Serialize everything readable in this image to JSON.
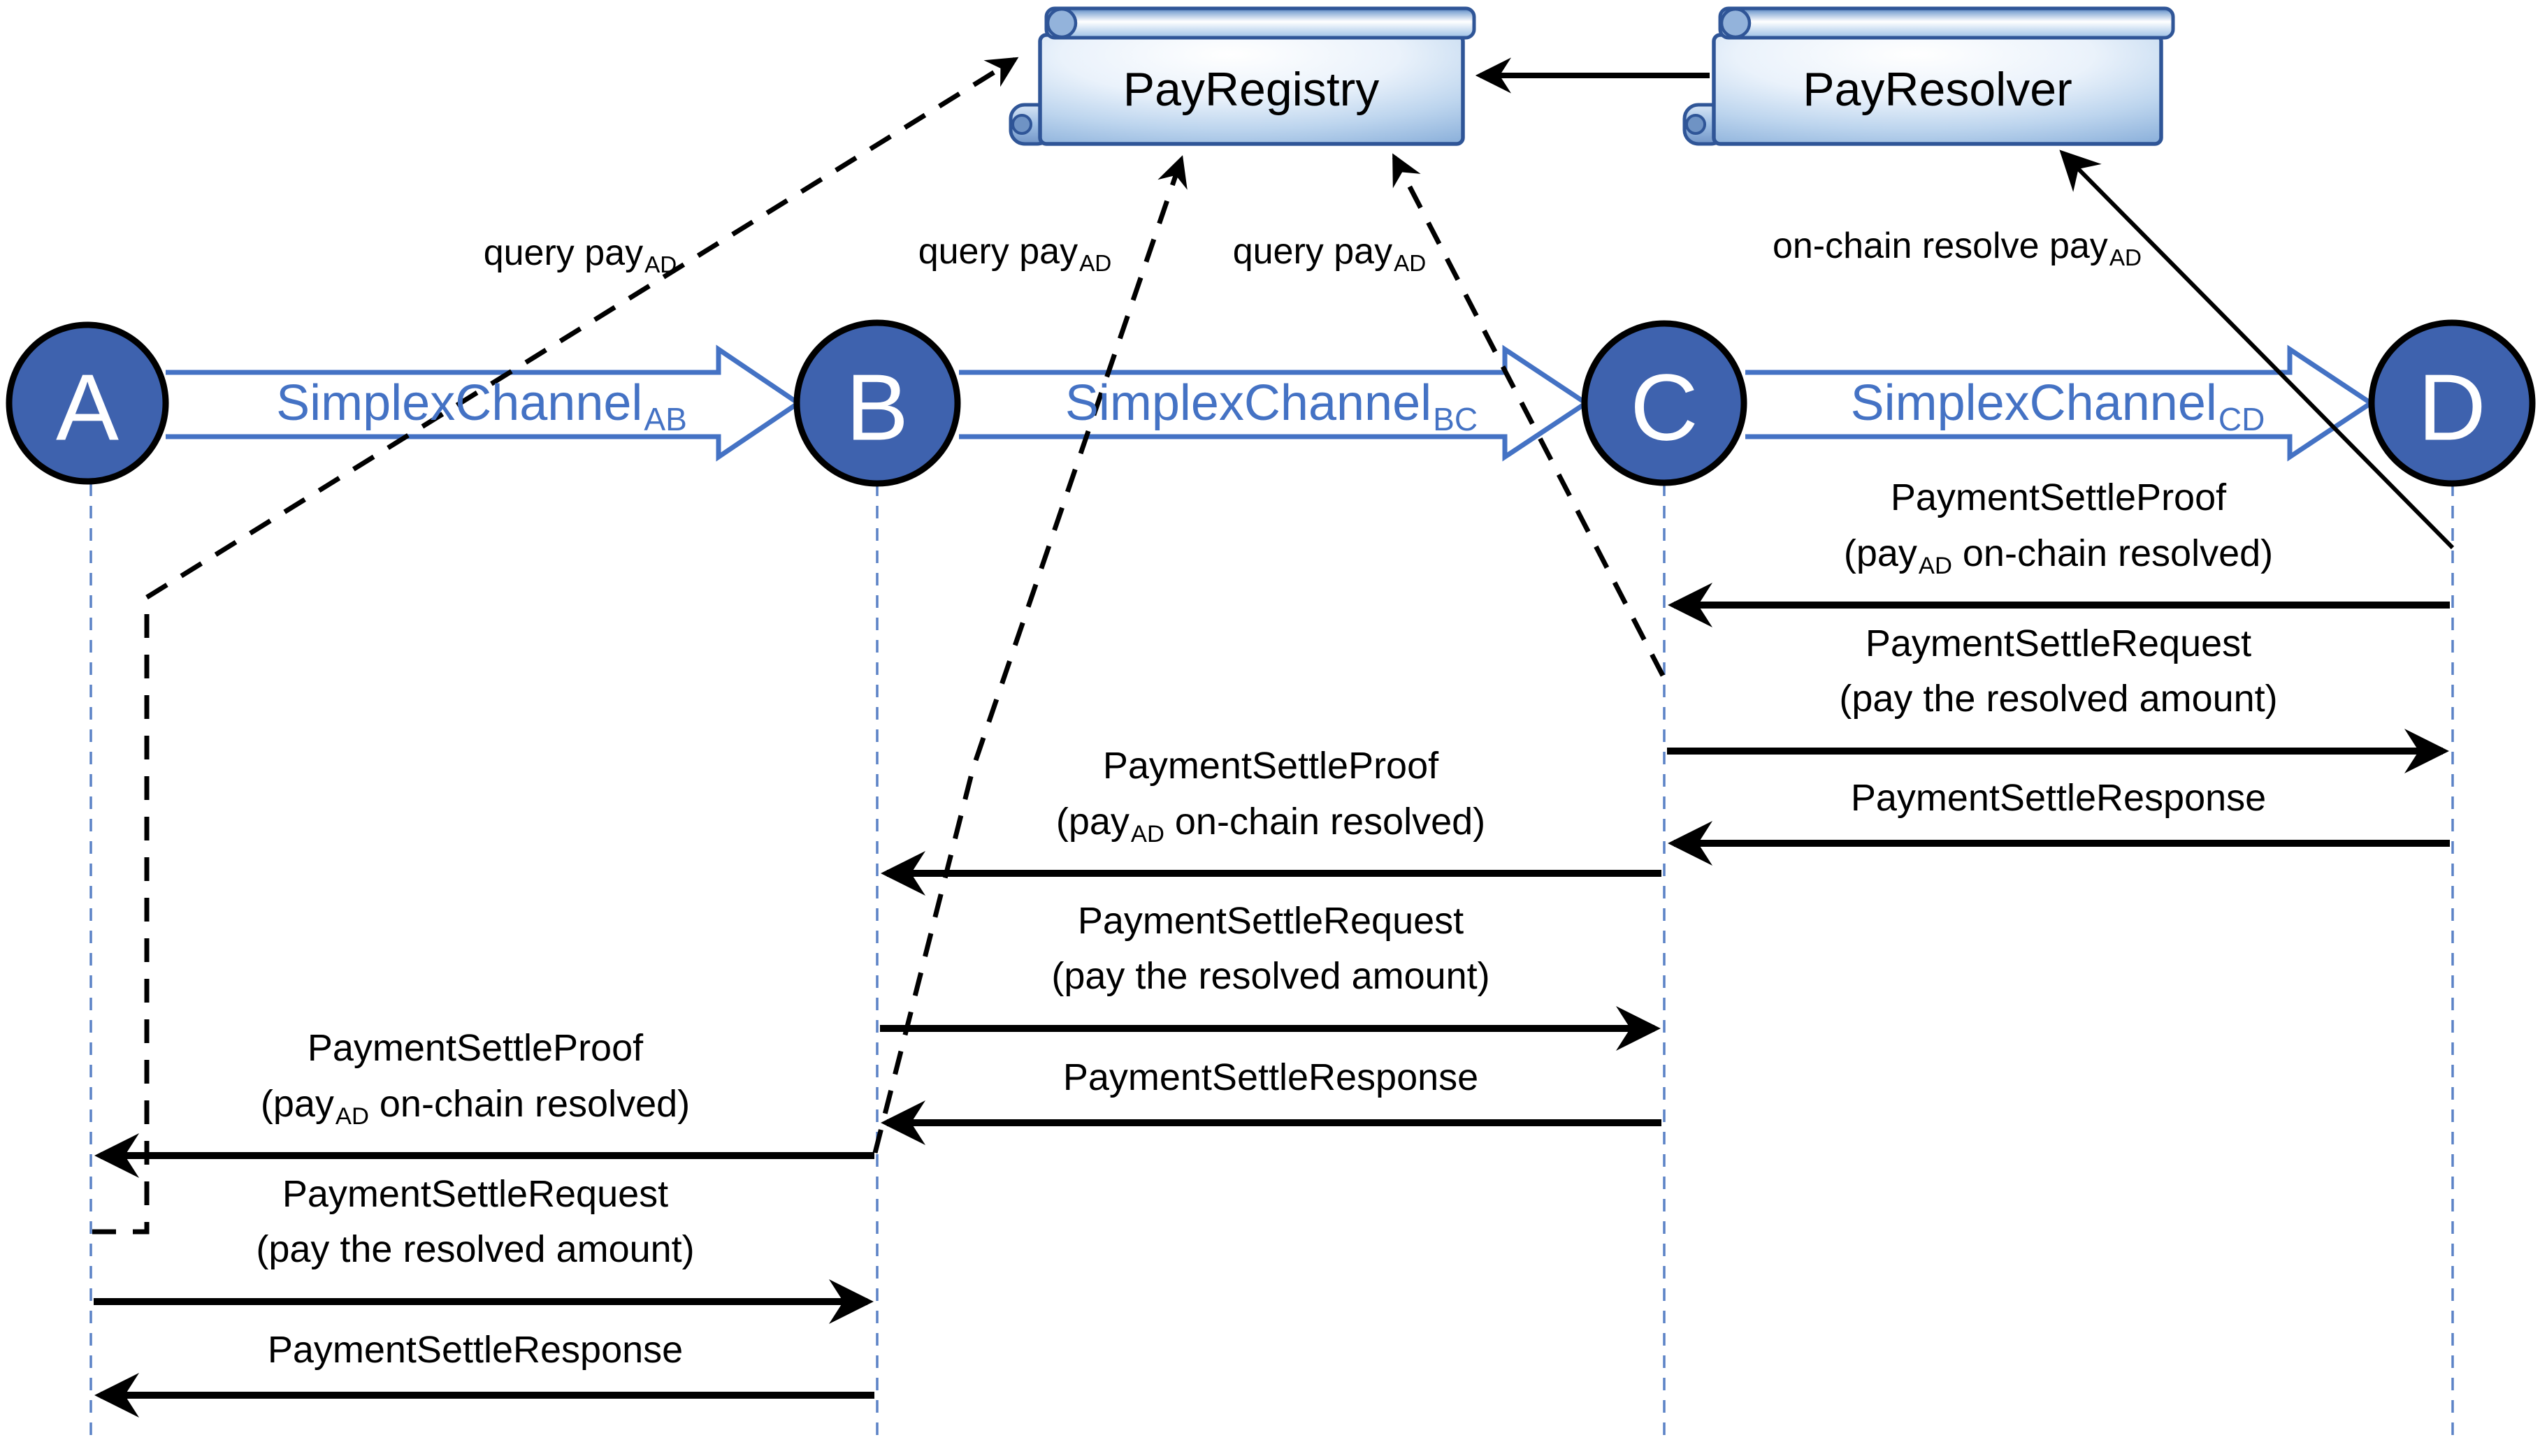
{
  "contracts": [
    {
      "name": "PayRegistry"
    },
    {
      "name": "PayResolver"
    }
  ],
  "actors": [
    {
      "label": "A"
    },
    {
      "label": "B"
    },
    {
      "label": "C"
    },
    {
      "label": "D"
    }
  ],
  "channels": [
    {
      "label": "SimplexChannel",
      "sub": "AB"
    },
    {
      "label": "SimplexChannel",
      "sub": "BC"
    },
    {
      "label": "SimplexChannel",
      "sub": "CD"
    }
  ],
  "annotations": {
    "query_a": {
      "text": "query pay",
      "sub": "AD"
    },
    "query_b": {
      "text": "query pay",
      "sub": "AD"
    },
    "query_c": {
      "text": "query pay",
      "sub": "AD"
    },
    "resolve_d": {
      "text": "on-chain resolve pay",
      "sub": "AD"
    }
  },
  "sections": [
    {
      "id": "CD",
      "messages": [
        {
          "label": "PaymentSettleProof",
          "note_pre": "(pay",
          "note_sub": "AD",
          "note_post": " on-chain resolved)",
          "direction": "right-to-left"
        },
        {
          "label": "PaymentSettleRequest",
          "note_pre": "(pay the resolved amount)",
          "note_sub": "",
          "note_post": "",
          "direction": "left-to-right"
        },
        {
          "label": "PaymentSettleResponse",
          "direction": "right-to-left"
        }
      ]
    },
    {
      "id": "BC",
      "messages": [
        {
          "label": "PaymentSettleProof",
          "note_pre": "(pay",
          "note_sub": "AD",
          "note_post": " on-chain resolved)",
          "direction": "right-to-left"
        },
        {
          "label": "PaymentSettleRequest",
          "note_pre": "(pay the resolved amount)",
          "note_sub": "",
          "note_post": "",
          "direction": "left-to-right"
        },
        {
          "label": "PaymentSettleResponse",
          "direction": "right-to-left"
        }
      ]
    },
    {
      "id": "AB",
      "messages": [
        {
          "label": "PaymentSettleProof",
          "note_pre": "(pay",
          "note_sub": "AD",
          "note_post": " on-chain resolved)",
          "direction": "right-to-left"
        },
        {
          "label": "PaymentSettleRequest",
          "note_pre": "(pay the resolved amount)",
          "note_sub": "",
          "note_post": "",
          "direction": "left-to-right"
        },
        {
          "label": "PaymentSettleResponse",
          "direction": "right-to-left"
        }
      ]
    }
  ],
  "colors": {
    "node_fill": "#3E62AE",
    "channel_blue": "#4472C4",
    "lifeline_blue": "#5B82C6",
    "scroll_border": "#2F5597",
    "arrow_black": "#000000"
  }
}
